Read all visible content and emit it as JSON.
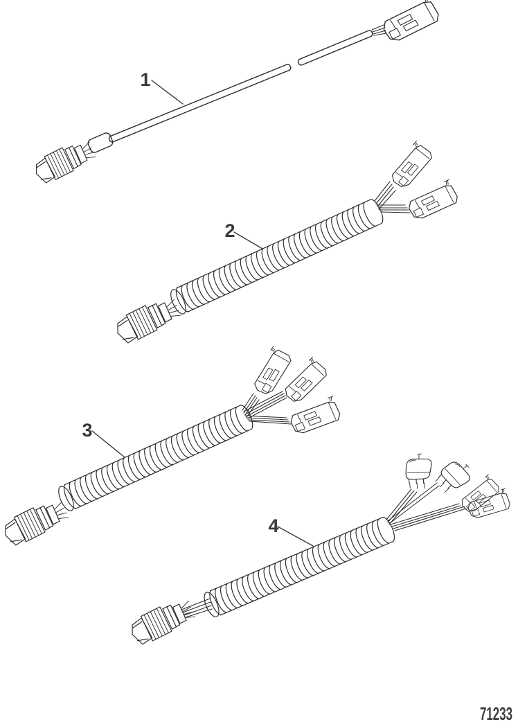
{
  "figure": {
    "kind": "parts-diagram",
    "background_color": "#ffffff",
    "line_color": "#2e2e2e",
    "text_color": "#3a3a3a"
  },
  "callouts": [
    {
      "label": "1"
    },
    {
      "label": "2"
    },
    {
      "label": "3"
    },
    {
      "label": "4"
    }
  ],
  "part_number": "71233"
}
